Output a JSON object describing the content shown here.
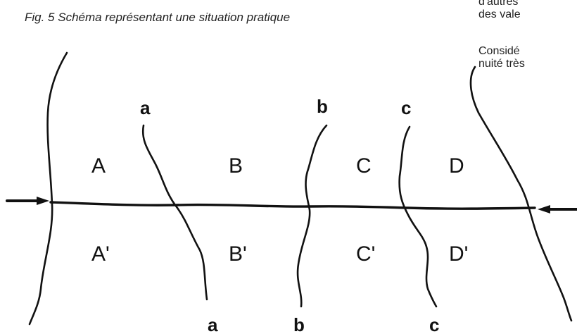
{
  "caption": "Fig. 5  Schéma représentant une situation pratique",
  "side_text": {
    "line1": "d'autres",
    "line2": "des vale",
    "line3": "Considé",
    "line4": "nuité très"
  },
  "diagram": {
    "top_labels": {
      "a": "a",
      "b": "b",
      "c": "c"
    },
    "bottom_labels": {
      "a": "a",
      "b": "b",
      "c": "c"
    },
    "zones_top": [
      "A",
      "B",
      "C",
      "D"
    ],
    "zones_bottom": [
      "A'",
      "B'",
      "C'",
      "D'"
    ]
  }
}
